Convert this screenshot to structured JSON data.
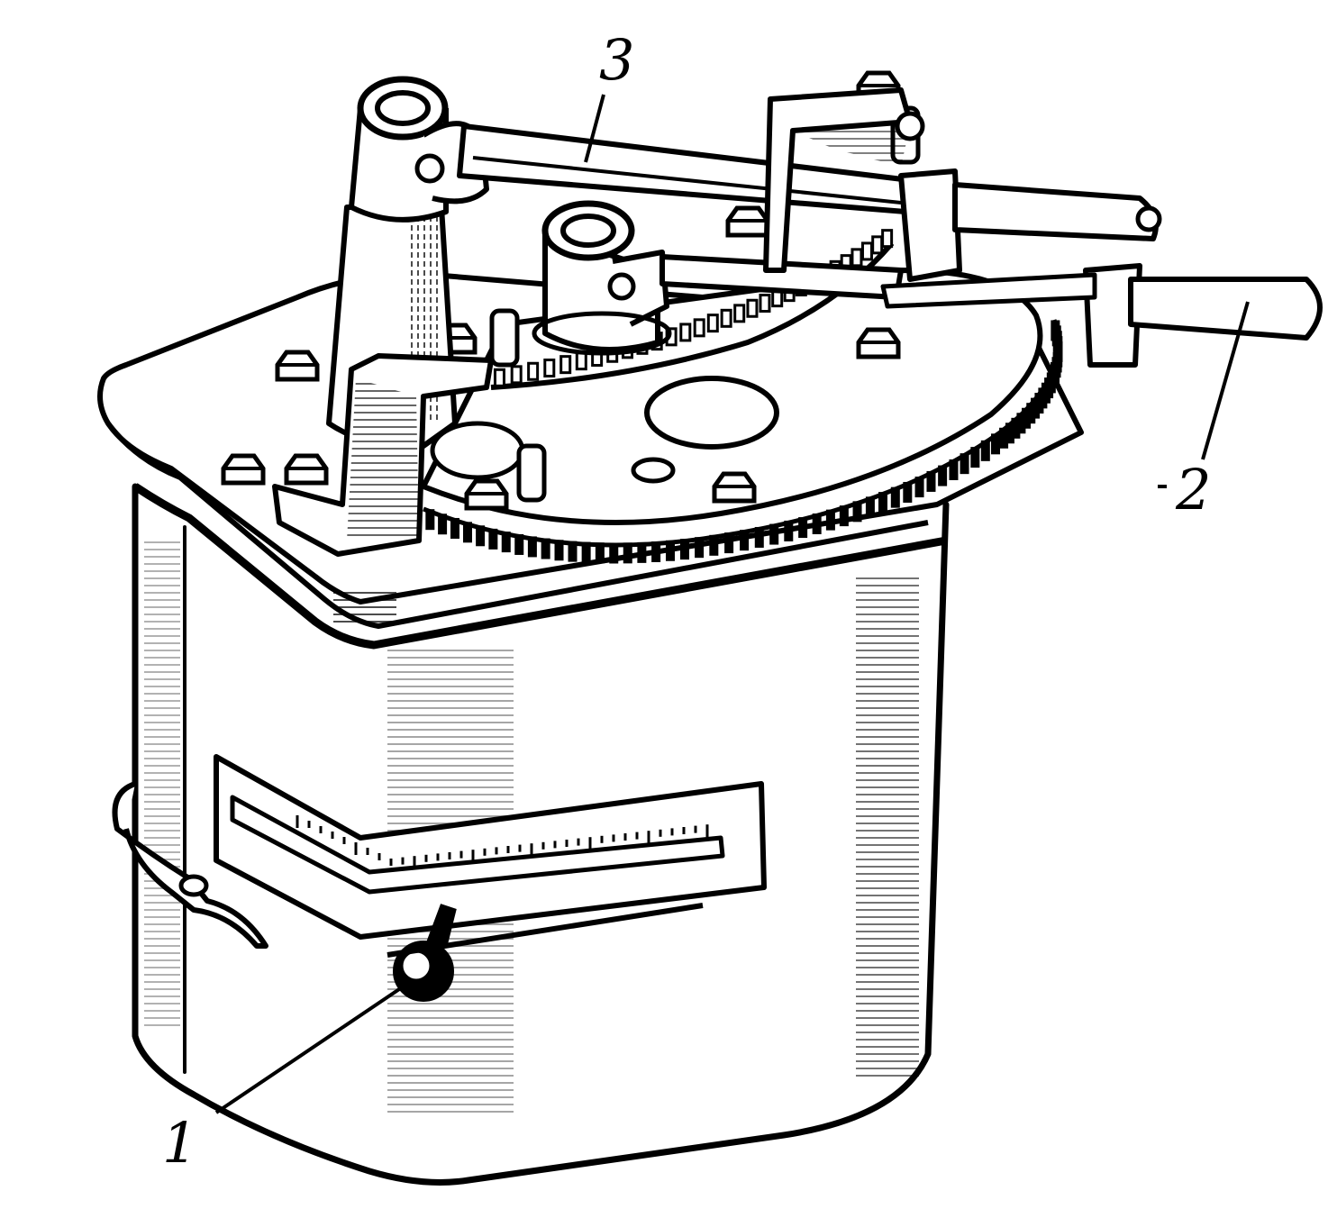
{
  "callouts": [
    {
      "id": "1",
      "label": "1"
    },
    {
      "id": "2",
      "label": "2"
    },
    {
      "id": "3",
      "label": "3"
    }
  ],
  "colors": {
    "ink": "#000000",
    "paper": "#ffffff"
  },
  "icons": [
    "bolt-icon",
    "gear-icon",
    "handle-icon",
    "knob-icon",
    "pivot-post-icon",
    "latch-icon"
  ]
}
